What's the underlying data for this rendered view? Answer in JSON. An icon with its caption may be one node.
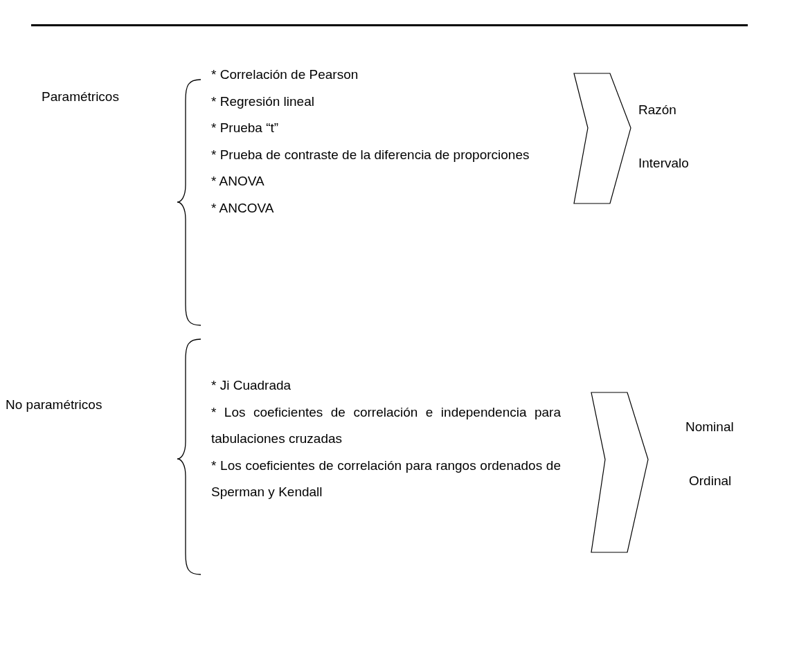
{
  "diagram": {
    "nodes": [
      {
        "text": [],
        "shape": "chevron"
      },
      {
        "text": [],
        "shape": "chevron"
      }
    ],
    "labels": [
      "Paramétricos",
      "* Correlación de Pearson",
      "* Regresión lineal",
      "* Prueba “t”",
      "* Prueba de contraste de la diferencia de proporciones",
      "* ANOVA",
      "* ANCOVA",
      "Razón",
      "Intervalo",
      "No paramétricos",
      "* Ji Cuadrada",
      "* Los coeficientes de correlación e independencia para tabulaciones cruzadas",
      "* Los coeficientes de correlación para rangos ordenados de Sperman y Kendall",
      "Nominal",
      "Ordinal"
    ]
  }
}
